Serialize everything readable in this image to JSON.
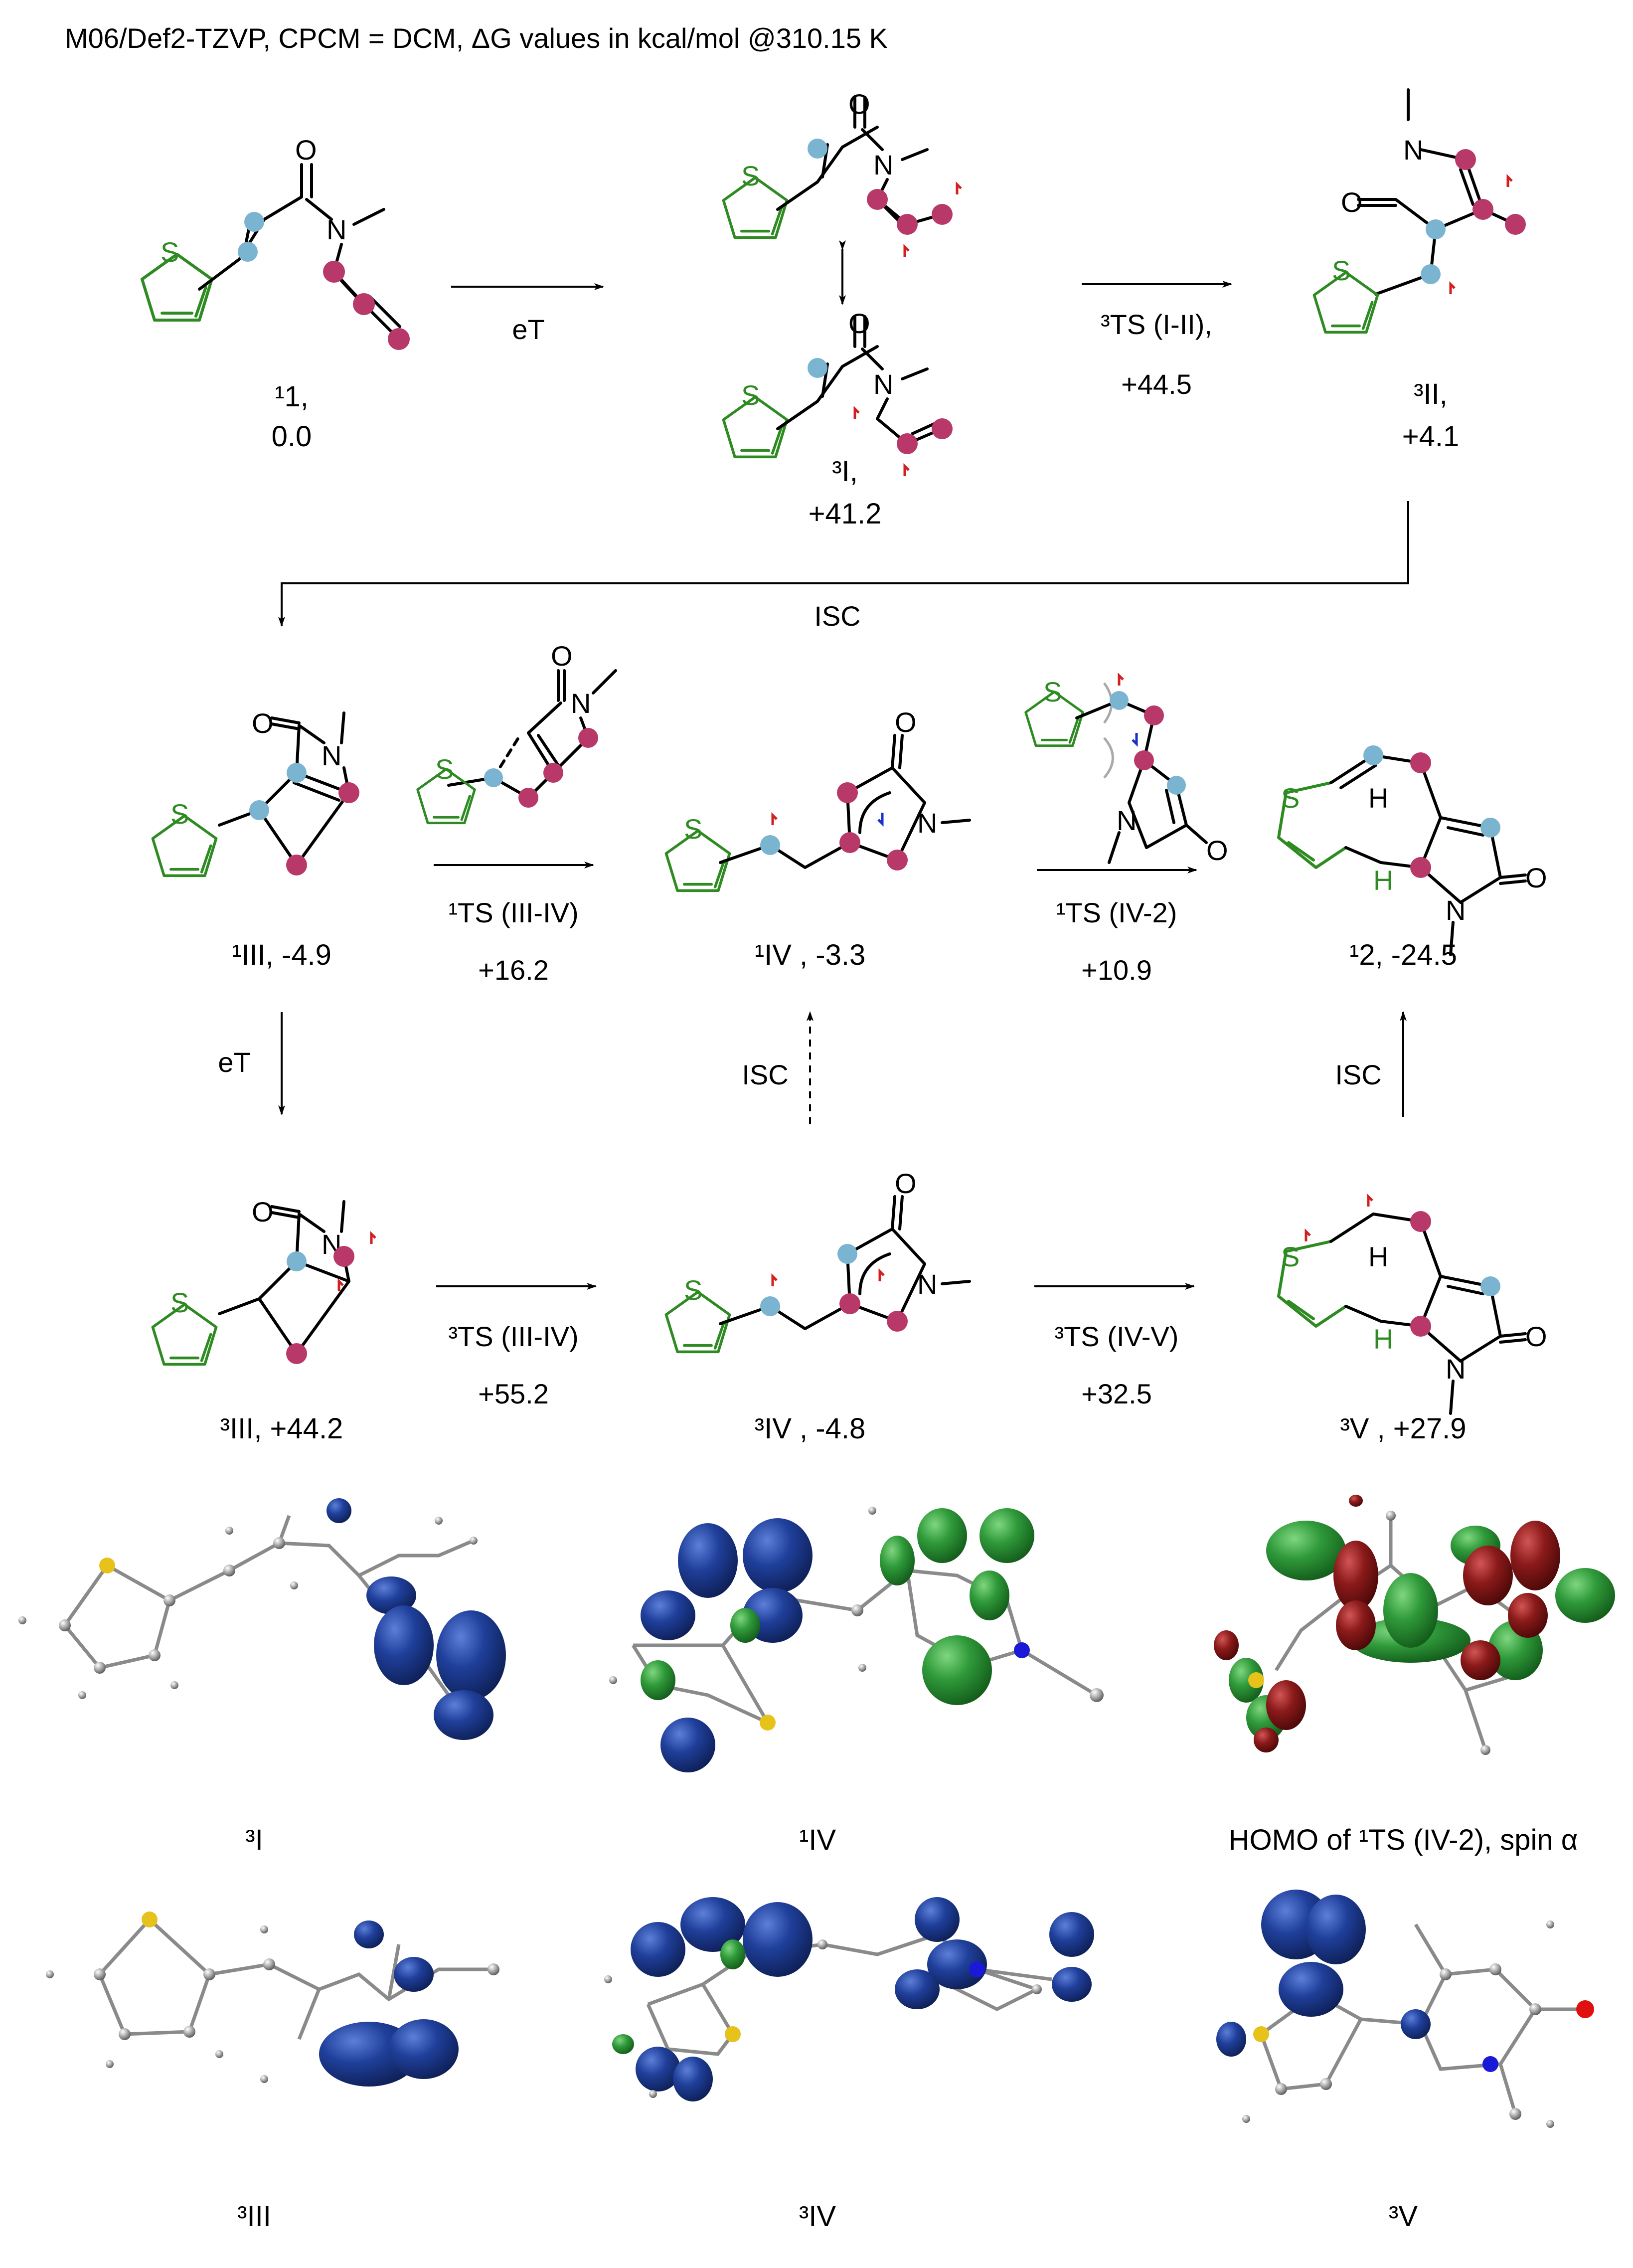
{
  "header": "M06/Def2-TZVP, CPCM = DCM, ΔG values in kcal/mol @310.15 K",
  "atoms": {
    "S": "S",
    "O": "O",
    "N": "N",
    "H": "H"
  },
  "species": {
    "s1": "¹1,",
    "s1_energy": "0.0",
    "sI": "³I,",
    "sI_energy": "+41.2",
    "sII": "³II,",
    "sII_energy": "+4.1",
    "sIII1": "¹III, -4.9",
    "sIV1": "¹IV , -3.3",
    "s2": "¹2, -24.5",
    "sIII3": "³III, +44.2",
    "sIV3": "³IV , -4.8",
    "sV3": "³V , +27.9"
  },
  "steps": {
    "eT_top": "eT",
    "ts_I_II": "³TS (I-II),",
    "ts_I_II_energy": "+44.5",
    "isc_row": "ISC",
    "ts_III_IV_1": "¹TS (III-IV)",
    "ts_III_IV_1_energy": "+16.2",
    "ts_IV_2": "¹TS (IV-2)",
    "ts_IV_2_energy": "+10.9",
    "eT_down": "eT",
    "isc_up_dashed": "ISC",
    "isc_up": "ISC",
    "ts_III_IV_3": "³TS (III-IV)",
    "ts_III_IV_3_energy": "+55.2",
    "ts_IV_V": "³TS (IV-V)",
    "ts_IV_V_energy": "+32.5"
  },
  "orbital_captions": {
    "c1": "³I",
    "c2": "¹IV",
    "c3": "HOMO of ¹TS (IV-2), spin α",
    "c4": "³III",
    "c5": "³IV",
    "c6": "³V"
  },
  "colors": {
    "radical_site_magenta": "#b8386a",
    "radical_site_blue": "#7ab4d0",
    "thiophene_green": "#2e8b22",
    "spin_density_blue": "#1f3f8f",
    "orbital_green": "#2f9a3a",
    "orbital_red": "#8b1a1a"
  }
}
